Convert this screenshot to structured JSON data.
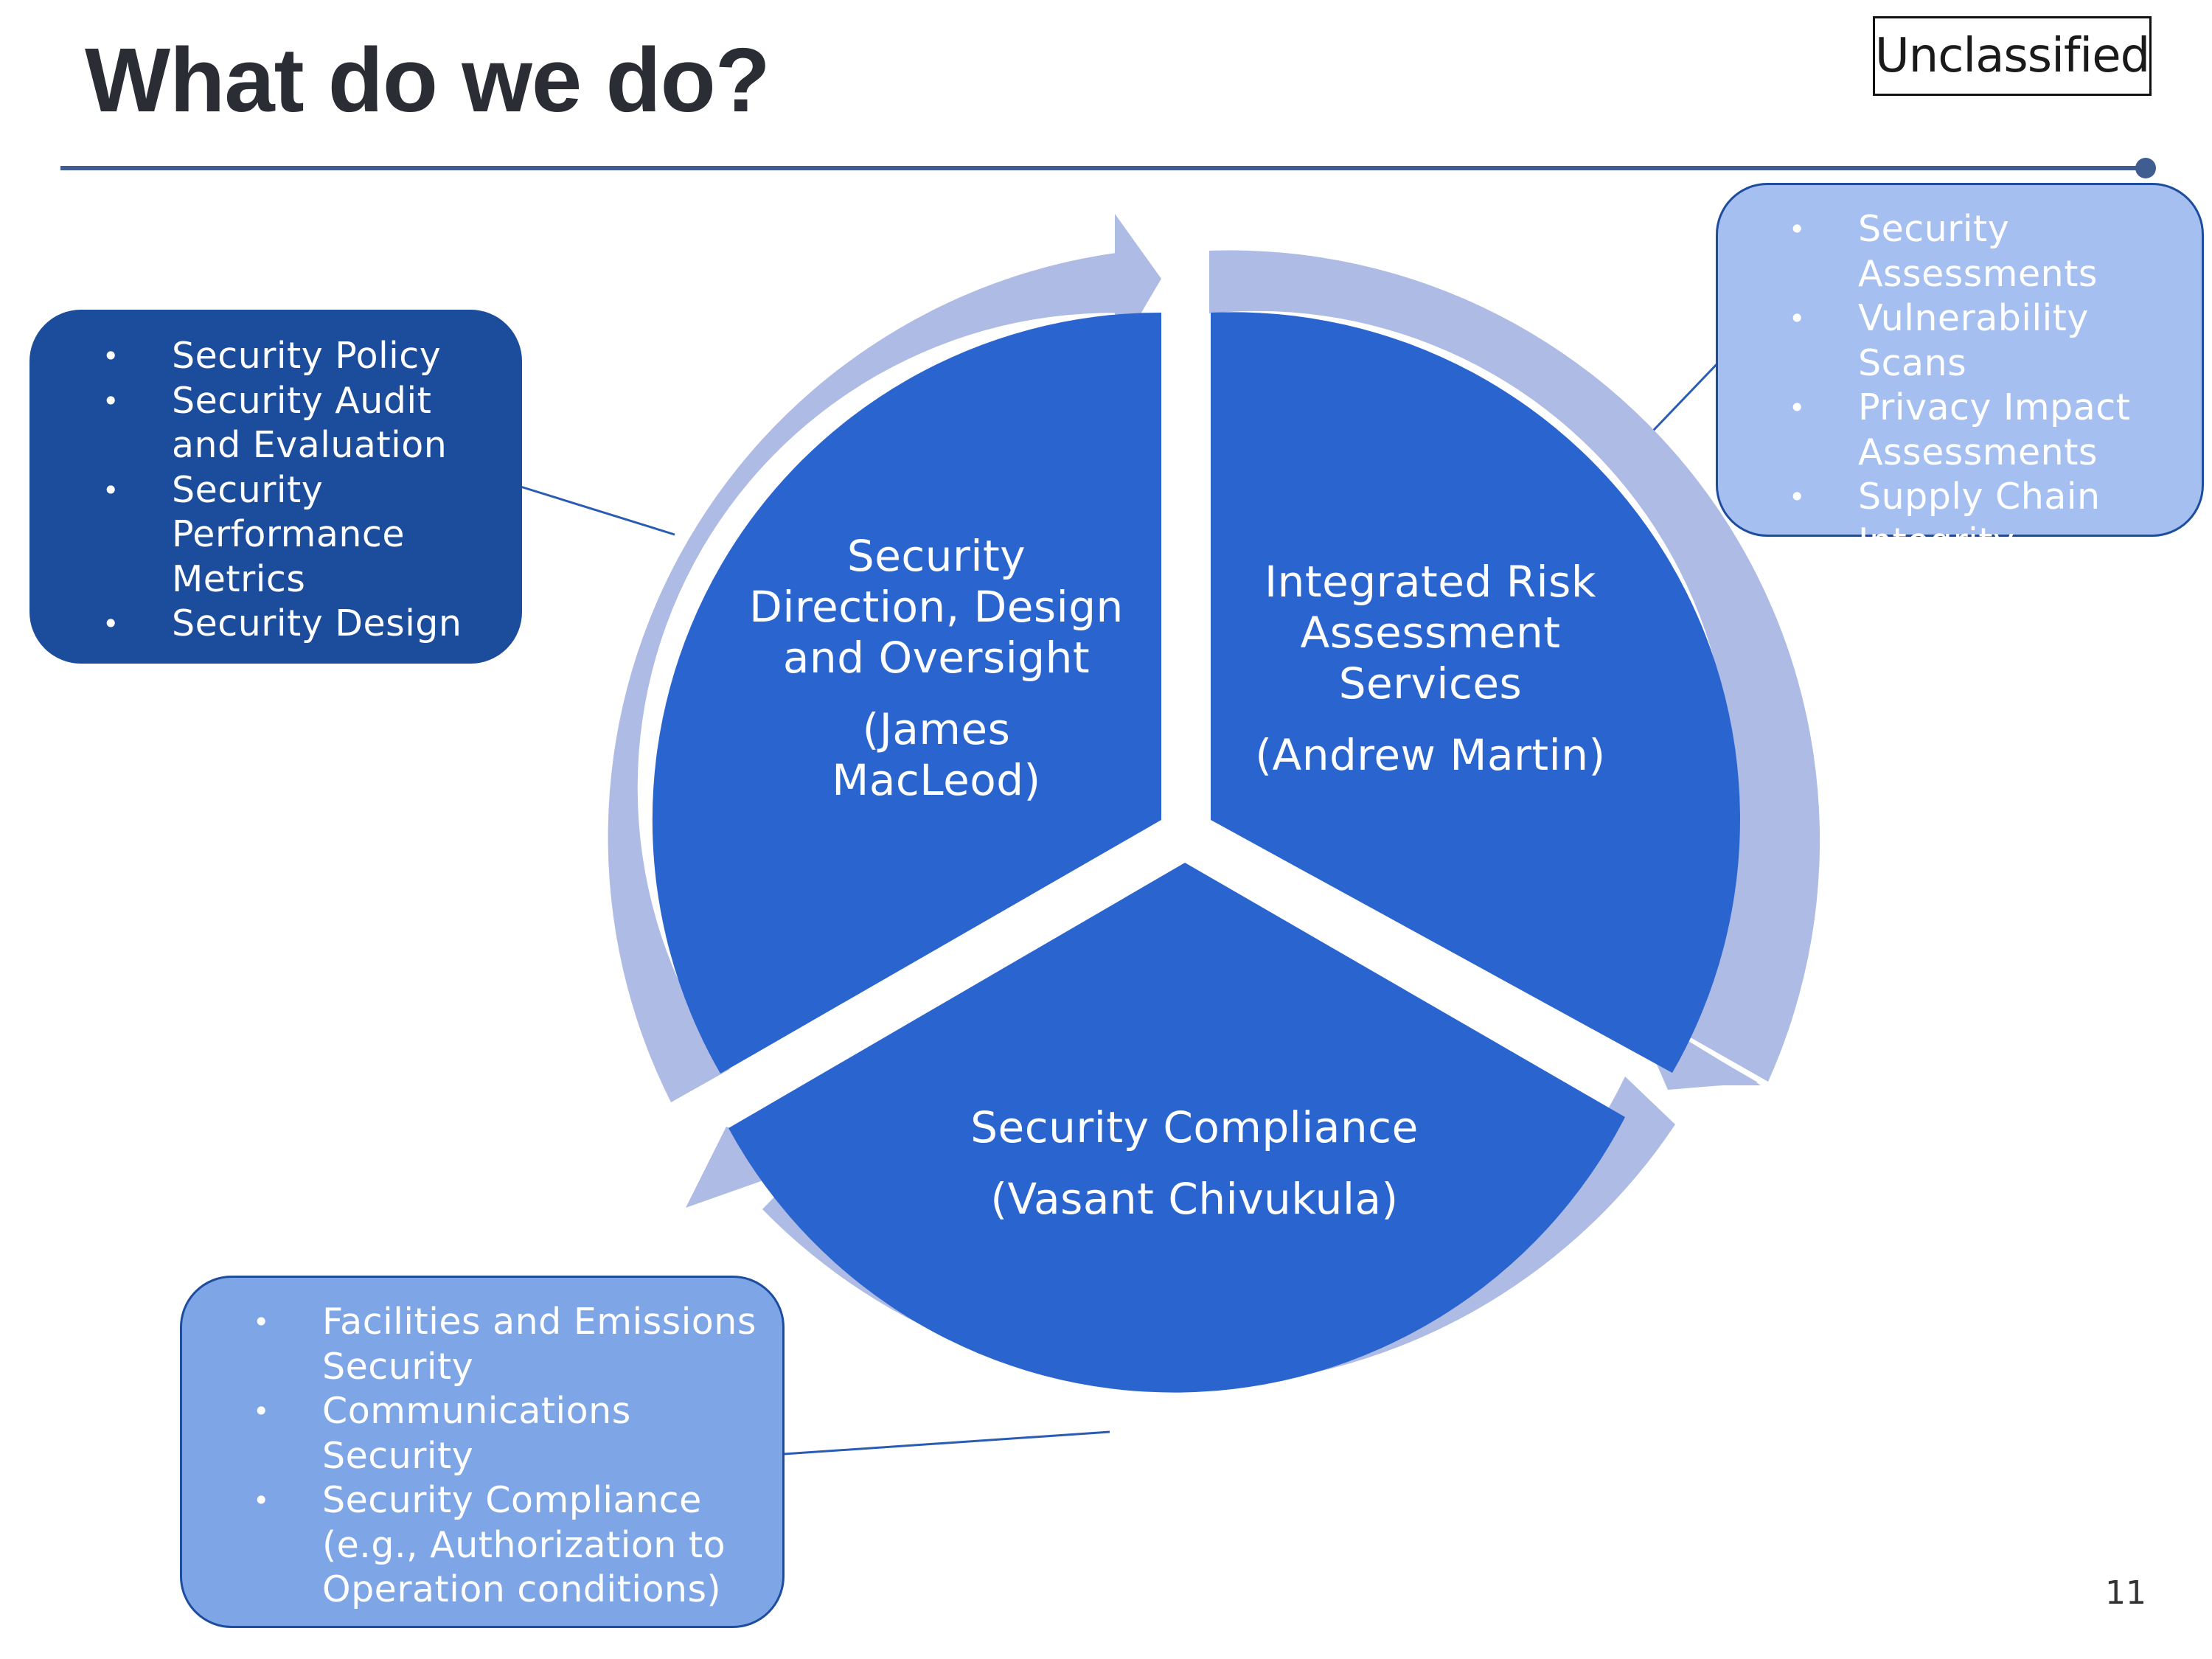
{
  "slide": {
    "title": "What do we do?",
    "classification": "Unclassified",
    "page_number": "11"
  },
  "colors": {
    "wedge": "#2a65cf",
    "ring": "#aebbe4",
    "rule": "#3f5d90",
    "callout_left": "#1c4c9c",
    "callout_right": "#a4bff0",
    "callout_bottom": "#7ea5e6"
  },
  "cycle": {
    "segments": [
      {
        "title_lines": [
          "Security",
          "Direction, Design",
          "and Oversight"
        ],
        "lead_lines": [
          "(James",
          "MacLeod)"
        ]
      },
      {
        "title_lines": [
          "Integrated Risk",
          "Assessment",
          "Services"
        ],
        "lead_lines": [
          "(Andrew Martin)"
        ]
      },
      {
        "title_lines": [
          "Security Compliance"
        ],
        "lead_lines": [
          "(Vasant Chivukula)"
        ]
      }
    ]
  },
  "callouts": {
    "left": {
      "items": [
        "Security Policy",
        "Security Audit and Evaluation",
        "Security Performance Metrics",
        "Security Design"
      ]
    },
    "right": {
      "items": [
        "Security Assessments",
        "Vulnerability Scans",
        "Privacy Impact Assessments",
        "Supply Chain Integrity"
      ]
    },
    "bottom": {
      "items": [
        "Facilities and Emissions Security",
        "Communications Security",
        "Security Compliance (e.g., Authorization to Operation  conditions)"
      ]
    }
  }
}
